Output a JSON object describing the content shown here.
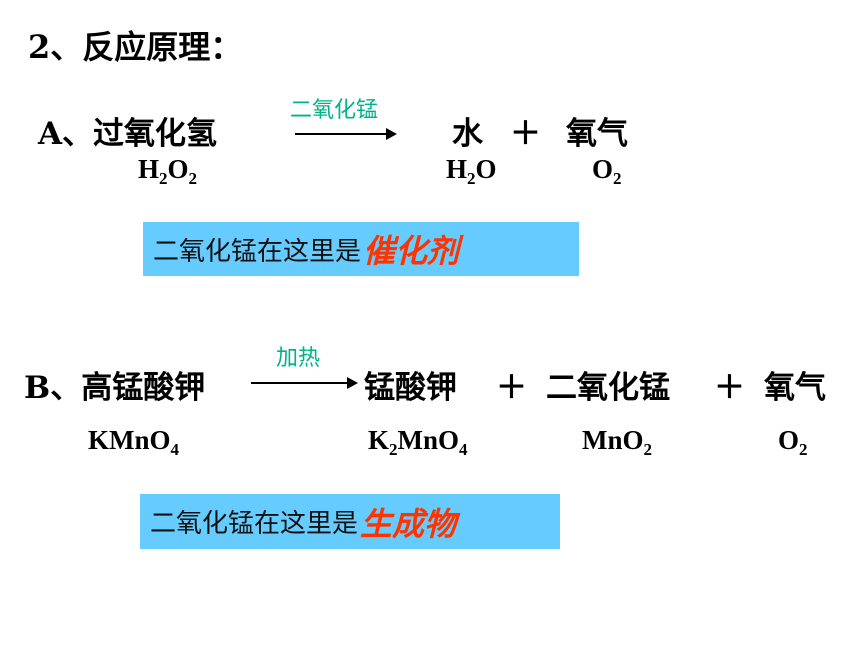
{
  "title": "2、反应原理：",
  "reaction_a": {
    "label": "A、过氧化氢",
    "condition": "二氧化锰",
    "product1": "水",
    "plus1": "＋",
    "product2": "氧气",
    "formulas": {
      "reactant": {
        "base1": "H",
        "sub1": "2",
        "base2": "O",
        "sub2": "2"
      },
      "product1": {
        "base1": "H",
        "sub1": "2",
        "base2": "O"
      },
      "product2": {
        "base1": "O",
        "sub1": "2"
      }
    },
    "note": {
      "text": "二氧化锰在这里是",
      "highlight": "催化剂"
    }
  },
  "reaction_b": {
    "label": "B、高锰酸钾",
    "condition": "加热",
    "product1": "锰酸钾",
    "plus1": "＋",
    "product2": "二氧化锰",
    "plus2": "＋",
    "product3": "氧气",
    "formulas": {
      "reactant": {
        "base1": "KMnO",
        "sub1": "4"
      },
      "product1": {
        "base1": "K",
        "sub1": "2",
        "base2": "MnO",
        "sub2": "4"
      },
      "product2": {
        "base1": "MnO",
        "sub1": "2"
      },
      "product3": {
        "base1": "O",
        "sub1": "2"
      }
    },
    "note": {
      "text": "二氧化锰在这里是",
      "highlight": "生成物"
    }
  }
}
